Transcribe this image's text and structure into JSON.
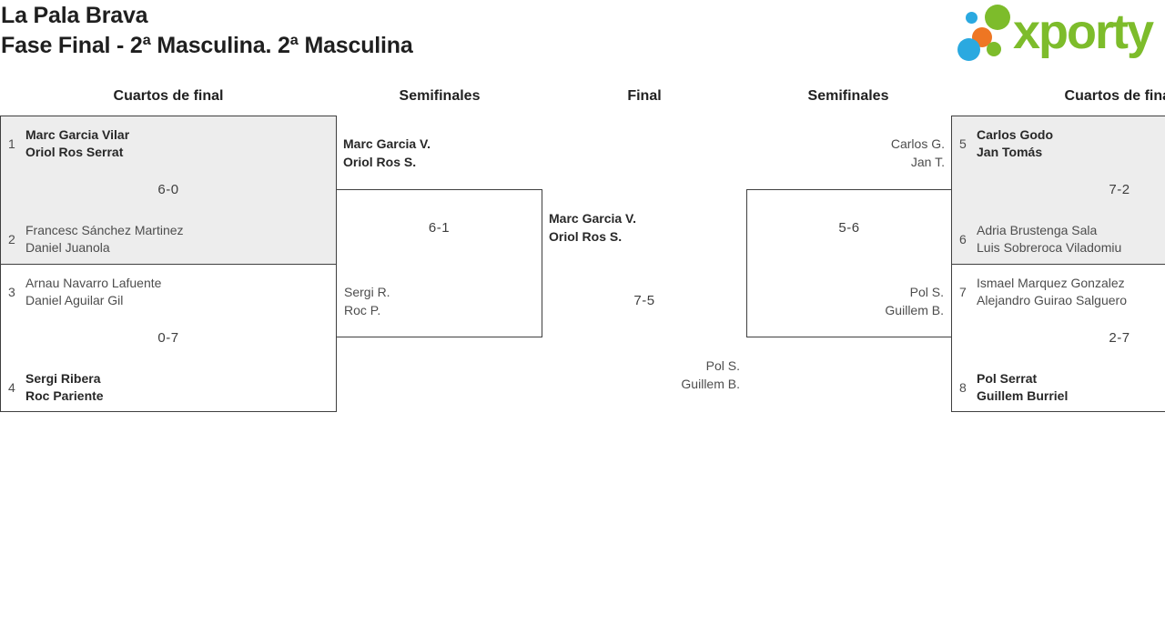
{
  "page": {
    "title": "La Pala Brava",
    "subtitle": "Fase Final - 2ª Masculina. 2ª Masculina"
  },
  "logo": {
    "wordmark": "xporty",
    "colors": {
      "green": "#7dbc2b",
      "blue": "#2aa9e0",
      "orange": "#ee7623"
    }
  },
  "round_headers": [
    "Cuartos de final",
    "Semifinales",
    "Final",
    "Semifinales",
    "Cuartos de final"
  ],
  "bracket": {
    "quarterfinals": [
      {
        "seed_top": "1",
        "top": {
          "line1": "Marc Garcia Vilar",
          "line2": "Oriol Ros Serrat",
          "winner": true
        },
        "score": "6-0",
        "seed_bottom": "2",
        "bottom": {
          "line1": "Francesc Sánchez Martinez",
          "line2": "Daniel Juanola",
          "winner": false
        }
      },
      {
        "seed_top": "3",
        "top": {
          "line1": "Arnau Navarro Lafuente",
          "line2": "Daniel Aguilar Gil",
          "winner": false
        },
        "score": "0-7",
        "seed_bottom": "4",
        "bottom": {
          "line1": "Sergi Ribera",
          "line2": "Roc Pariente",
          "winner": true
        }
      },
      {
        "seed_top": "5",
        "top": {
          "line1": "Carlos Godo",
          "line2": "Jan Tomás",
          "winner": true
        },
        "score": "7-2",
        "seed_bottom": "6",
        "bottom": {
          "line1": "Adria Brustenga Sala",
          "line2": "Luis Sobreroca Viladomiu",
          "winner": false
        }
      },
      {
        "seed_top": "7",
        "top": {
          "line1": "Ismael Marquez Gonzalez",
          "line2": "Alejandro Guirao Salguero",
          "winner": false
        },
        "score": "2-7",
        "seed_bottom": "8",
        "bottom": {
          "line1": "Pol Serrat",
          "line2": "Guillem Burriel",
          "winner": true
        }
      }
    ],
    "semifinals": [
      {
        "top": {
          "line1": "Marc Garcia V.",
          "line2": "Oriol Ros S.",
          "winner": true
        },
        "score": "6-1",
        "bottom": {
          "line1": "Sergi R.",
          "line2": "Roc P.",
          "winner": false
        }
      },
      {
        "top": {
          "line1": "Carlos G.",
          "line2": "Jan T.",
          "winner": false
        },
        "score": "5-6",
        "bottom": {
          "line1": "Pol S.",
          "line2": "Guillem B.",
          "winner": true
        }
      }
    ],
    "final": {
      "top": {
        "line1": "Marc Garcia V.",
        "line2": "Oriol Ros S.",
        "winner": true
      },
      "score": "7-5",
      "bottom": {
        "line1": "Pol S.",
        "line2": "Guillem B.",
        "winner": false
      }
    }
  }
}
